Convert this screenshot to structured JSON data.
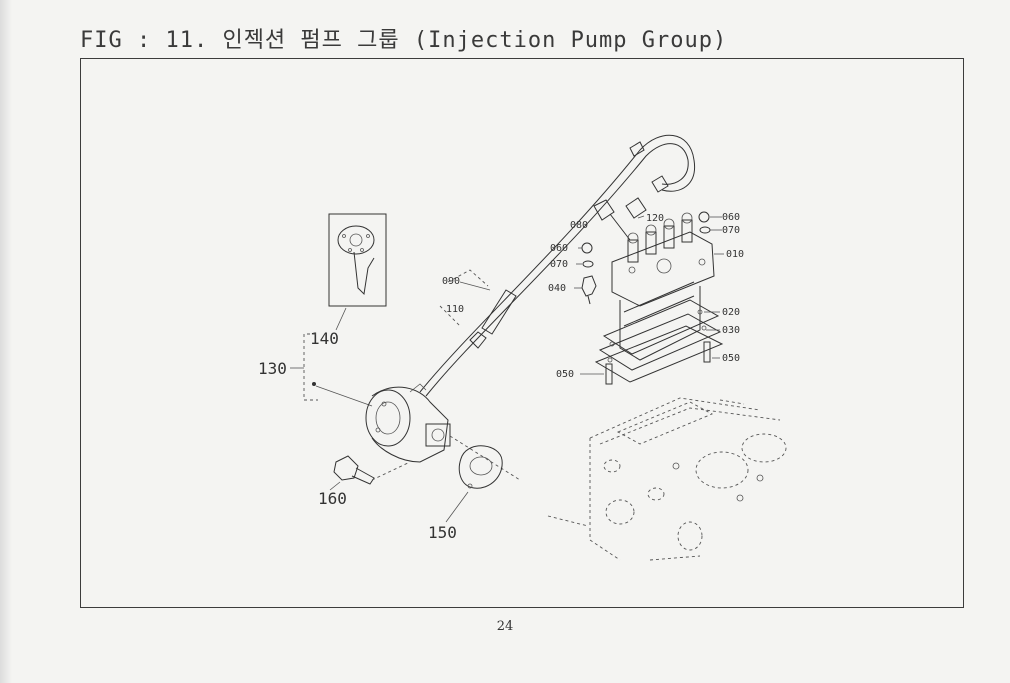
{
  "title": "FIG : 11. 인젝션 펌프 그룹 (Injection Pump Group)",
  "page_number": "24",
  "callouts": {
    "p010": "010",
    "p020": "020",
    "p030": "030",
    "p040": "040",
    "p050a": "050",
    "p050b": "050",
    "p060a": "060",
    "p060b": "060",
    "p070a": "070",
    "p070b": "070",
    "p080": "080",
    "p090": "090",
    "p110": "110",
    "p120": "120",
    "p130": "130",
    "p140": "140",
    "p150": "150",
    "p160": "160"
  }
}
